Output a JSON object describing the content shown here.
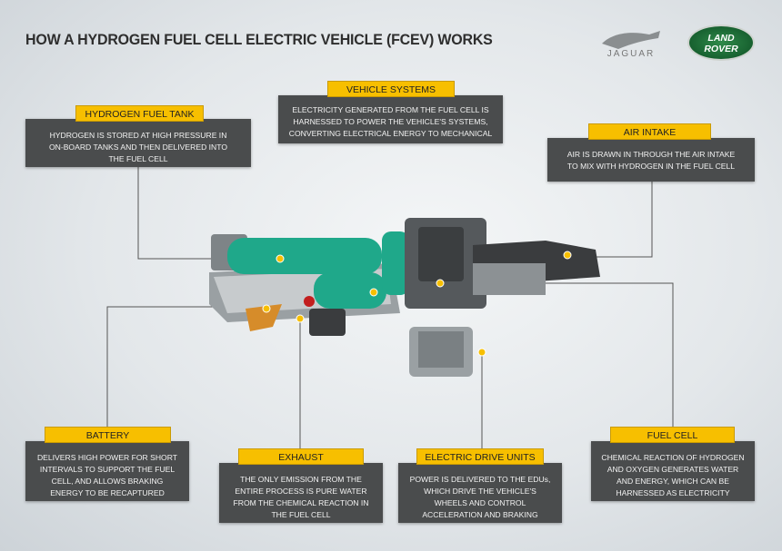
{
  "title": "HOW A HYDROGEN FUEL CELL ELECTRIC VEHICLE (FCEV) WORKS",
  "logos": {
    "jaguar": "JAGUAR",
    "land_rover_top": "LAND",
    "land_rover_bottom": "ROVER"
  },
  "colors": {
    "label": "#f7bf00",
    "box": "#4a4c4d",
    "component": "#1fa88a",
    "marker": "#f7bf00"
  },
  "callouts": {
    "hydrogen_tank": {
      "label": "HYDROGEN FUEL TANK",
      "text": "HYDROGEN IS STORED AT HIGH PRESSURE IN ON-BOARD TANKS AND THEN DELIVERED INTO THE FUEL CELL"
    },
    "vehicle_systems": {
      "label": "VEHICLE SYSTEMS",
      "text": "ELECTRICITY GENERATED FROM THE FUEL CELL IS HARNESSED TO POWER THE VEHICLE'S SYSTEMS, CONVERTING ELECTRICAL ENERGY TO MECHANICAL"
    },
    "air_intake": {
      "label": "AIR INTAKE",
      "text": "AIR IS DRAWN IN THROUGH THE AIR INTAKE TO MIX WITH HYDROGEN IN THE FUEL CELL"
    },
    "battery": {
      "label": "BATTERY",
      "text": "DELIVERS HIGH POWER FOR SHORT INTERVALS TO SUPPORT THE FUEL CELL, AND ALLOWS BRAKING ENERGY TO BE RECAPTURED"
    },
    "exhaust": {
      "label": "EXHAUST",
      "text": "THE ONLY EMISSION FROM THE ENTIRE PROCESS IS PURE WATER FROM THE CHEMICAL REACTION IN THE FUEL CELL"
    },
    "edu": {
      "label": "ELECTRIC DRIVE UNITS",
      "text": "POWER IS DELIVERED TO THE EDUs, WHICH DRIVE THE VEHICLE'S WHEELS AND CONTROL ACCELERATION AND BRAKING"
    },
    "fuel_cell": {
      "label": "FUEL CELL",
      "text": "CHEMICAL REACTION OF HYDROGEN AND OXYGEN GENERATES WATER AND ENERGY, WHICH CAN BE HARNESSED AS ELECTRICITY"
    }
  }
}
